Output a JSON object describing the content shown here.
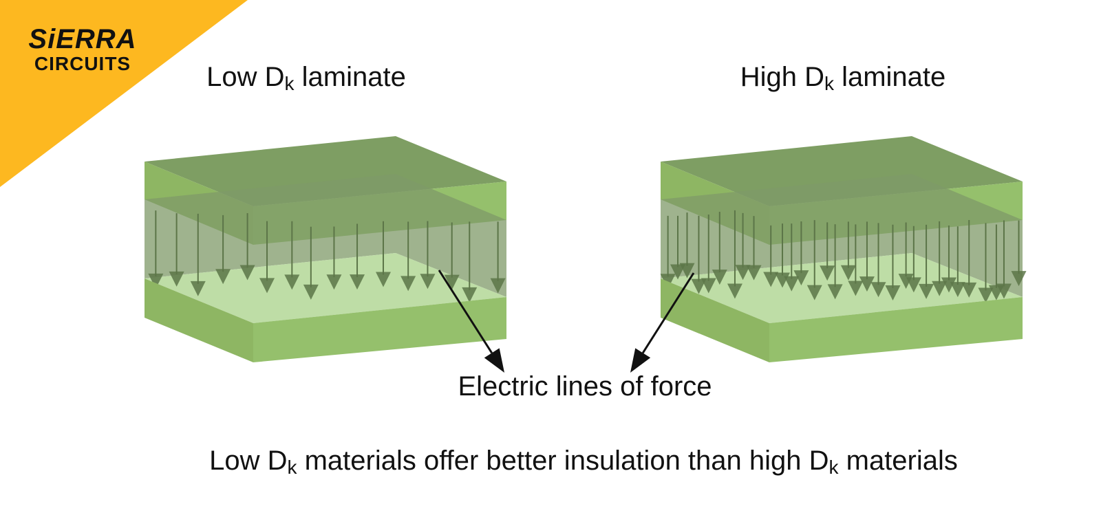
{
  "brand": {
    "line1": "SiERRA",
    "line2": "CIRCUITS",
    "corner_color": "#FDB820"
  },
  "panels": [
    {
      "id": "low",
      "title_pre": "Low D",
      "title_sub": "k",
      "title_post": " laminate",
      "field_line_count": 16
    },
    {
      "id": "high",
      "title_pre": "High D",
      "title_sub": "k",
      "title_post": " laminate",
      "field_line_count": 32
    }
  ],
  "callout": "Electric lines of force",
  "caption": {
    "pre": "Low D",
    "sub1": "k",
    "mid": " materials offer better insulation than high D",
    "sub2": "k",
    "post": " materials"
  },
  "colors": {
    "top_face": "#7E9E63",
    "front_face": "#95C06C",
    "side_face": "#8EB663",
    "core_shade": "#7F9A68",
    "inner_plane": "#BEDDA6",
    "arrow": "#5C7548",
    "callout": "#111111"
  }
}
